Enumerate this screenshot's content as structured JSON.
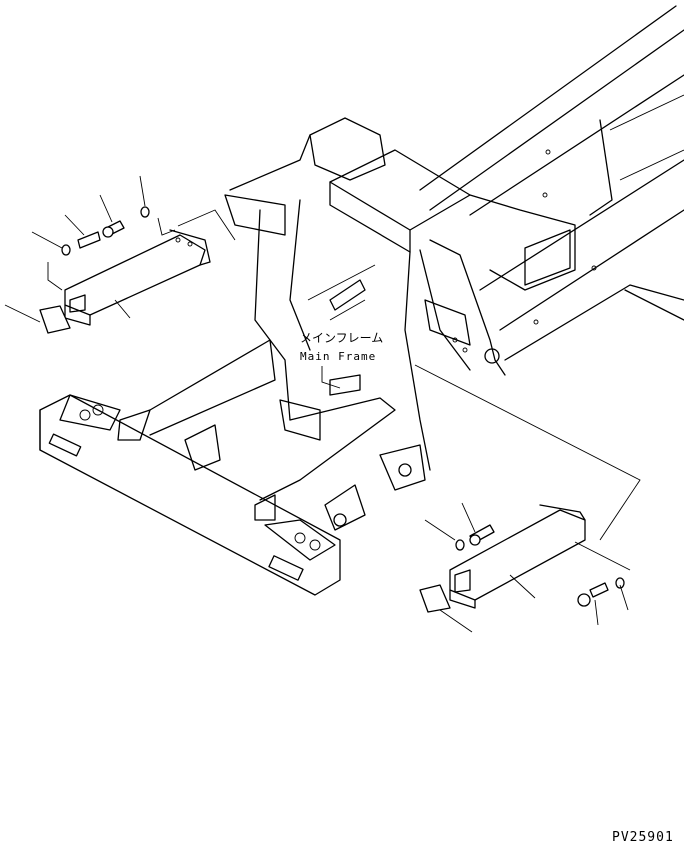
{
  "labels": {
    "main_frame_jp": "メインフレーム",
    "main_frame_en": "Main Frame"
  },
  "drawing_code": "PV25901",
  "colors": {
    "line": "#000000",
    "background": "#ffffff"
  }
}
